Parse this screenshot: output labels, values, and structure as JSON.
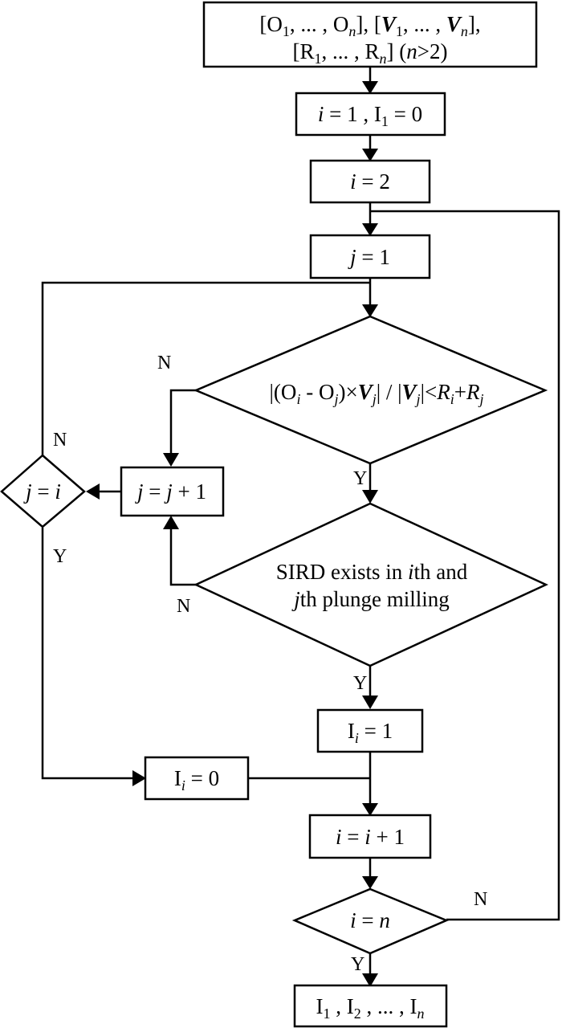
{
  "diagram": {
    "type": "flowchart",
    "colors": {
      "stroke": "#000000",
      "background": "#ffffff"
    },
    "nodes": {
      "input": {
        "shape": "rectangle",
        "line1": [
          "[O",
          "1",
          ", ... , O",
          "n",
          "], [",
          "V",
          "1",
          ", ... , ",
          "V",
          "n",
          "],"
        ],
        "line2": [
          "[R",
          "1",
          ", ... , R",
          "n",
          "]  (",
          "n",
          ">2)"
        ],
        "text": "[O1, ... , On], [V1, ... , Vn], [R1, ... , Rn] (n>2)"
      },
      "init_i": {
        "shape": "rectangle",
        "parts": [
          "i",
          " = 1 , I",
          "1",
          " = 0"
        ],
        "text": "i = 1 , I1 = 0"
      },
      "set_i2": {
        "shape": "rectangle",
        "parts": [
          "i",
          " = 2"
        ],
        "text": "i = 2"
      },
      "set_j1": {
        "shape": "rectangle",
        "parts": [
          "j",
          " = 1"
        ],
        "text": "j = 1"
      },
      "distance_check": {
        "shape": "diamond",
        "parts": [
          "|(O",
          "i",
          " - O",
          "j",
          ")×",
          "V",
          "j",
          "| / |",
          "V",
          "j",
          "|<",
          "R",
          "i",
          "+",
          "R",
          "j"
        ],
        "text": "|(Oi - Oj)×Vj| / |Vj| < Ri + Rj"
      },
      "sird_check": {
        "shape": "diamond",
        "line1": [
          "SIRD  exists in  ",
          "i",
          "th and"
        ],
        "line2": [
          "j",
          "th plunge milling"
        ],
        "text": "SIRD exists in ith and jth plunge milling"
      },
      "increment_j": {
        "shape": "rectangle",
        "parts": [
          "j",
          " = ",
          "j",
          " + 1"
        ],
        "text": "j = j + 1"
      },
      "check_j_eq_i": {
        "shape": "diamond",
        "parts": [
          "j",
          " = ",
          "i"
        ],
        "text": "j = i"
      },
      "set_Ii_1": {
        "shape": "rectangle",
        "parts": [
          "I",
          "i",
          " = 1"
        ],
        "text": "Ii = 1"
      },
      "set_Ii_0": {
        "shape": "rectangle",
        "parts": [
          "I",
          "i",
          " = 0"
        ],
        "text": "Ii = 0"
      },
      "increment_i": {
        "shape": "rectangle",
        "parts": [
          "i",
          " = ",
          "i",
          " + 1"
        ],
        "text": "i = i + 1"
      },
      "check_i_eq_n": {
        "shape": "diamond",
        "parts": [
          "i",
          " = ",
          "n"
        ],
        "text": "i = n"
      },
      "output": {
        "shape": "rectangle",
        "parts": [
          "I",
          "1",
          " , I",
          "2",
          " , ... , I",
          "n"
        ],
        "text": "I1, I2, ... , In"
      }
    },
    "edge_labels": {
      "distance_no": "N",
      "distance_yes": "Y",
      "sird_no": "N",
      "sird_yes": "Y",
      "j_eq_i_no": "N",
      "j_eq_i_yes": "Y",
      "i_eq_n_no": "N",
      "i_eq_n_yes": "Y"
    },
    "edges": [
      {
        "from": "input",
        "to": "init_i"
      },
      {
        "from": "init_i",
        "to": "set_i2"
      },
      {
        "from": "set_i2",
        "to": "set_j1"
      },
      {
        "from": "set_j1",
        "to": "distance_check"
      },
      {
        "from": "distance_check",
        "to": "sird_check",
        "label": "Y"
      },
      {
        "from": "distance_check",
        "to": "increment_j",
        "label": "N"
      },
      {
        "from": "sird_check",
        "to": "set_Ii_1",
        "label": "Y"
      },
      {
        "from": "sird_check",
        "to": "increment_j",
        "label": "N"
      },
      {
        "from": "increment_j",
        "to": "check_j_eq_i"
      },
      {
        "from": "check_j_eq_i",
        "to": "distance_check",
        "label": "N"
      },
      {
        "from": "check_j_eq_i",
        "to": "set_Ii_0",
        "label": "Y"
      },
      {
        "from": "set_Ii_1",
        "to": "increment_i"
      },
      {
        "from": "set_Ii_0",
        "to": "increment_i"
      },
      {
        "from": "increment_i",
        "to": "check_i_eq_n"
      },
      {
        "from": "check_i_eq_n",
        "to": "set_j1",
        "label": "N"
      },
      {
        "from": "check_i_eq_n",
        "to": "output",
        "label": "Y"
      }
    ]
  }
}
